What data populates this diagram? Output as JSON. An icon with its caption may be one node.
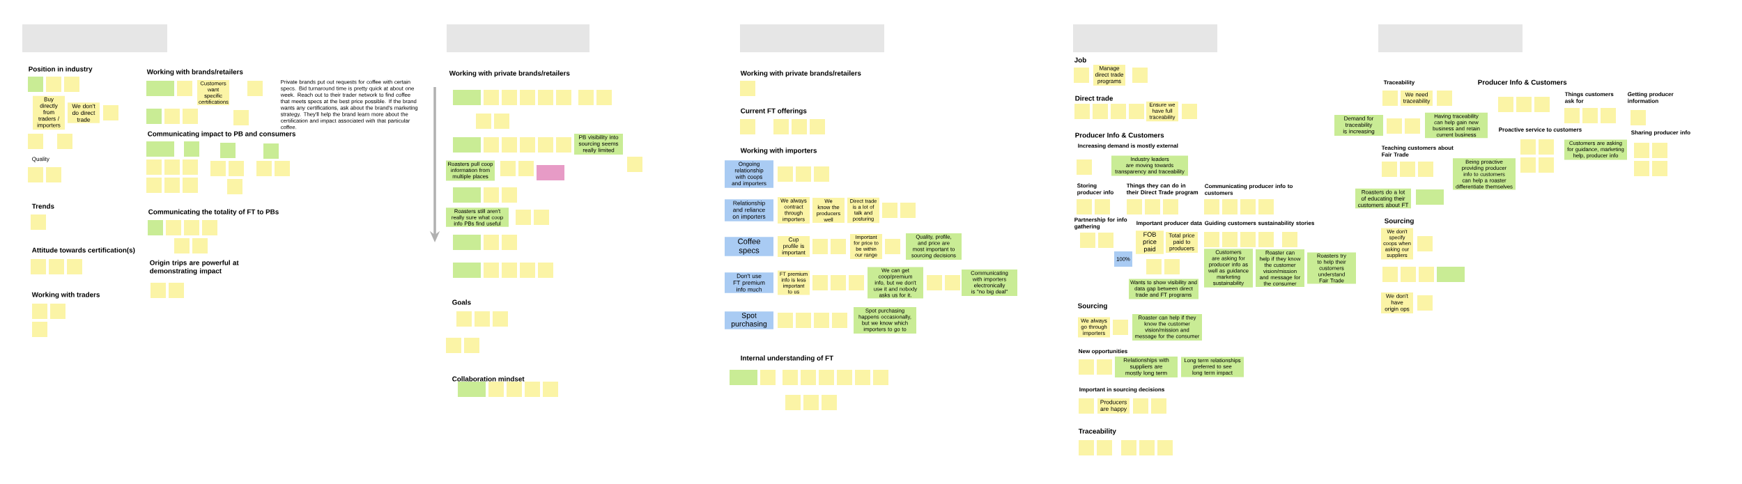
{
  "diagram": {
    "nodes": [
      {
        "text": [
          "Buy directly from traders / importers"
        ]
      },
      {
        "text": [
          "We don't do direct trade"
        ]
      },
      {
        "text": [
          "Customers want specific certifications"
        ]
      },
      {
        "text": [
          "PB visibility into sourcing seems really limited"
        ]
      },
      {
        "text": [
          "Roasters pull coop information from multiple places"
        ]
      },
      {
        "text": [
          "Roasters still aren't really sure what coop info PBs find useful"
        ]
      },
      {
        "text": [
          "Ongoing relationship with coops and importers"
        ]
      },
      {
        "text": [
          "Relationship and reliance on importers"
        ]
      },
      {
        "text": [
          "Coffee specs"
        ]
      },
      {
        "text": [
          "Don't use FT premium info much"
        ]
      },
      {
        "text": [
          "Spot purchasing"
        ]
      },
      {
        "text": [
          "We always contract through importers"
        ]
      },
      {
        "text": [
          "We know the producers well"
        ]
      },
      {
        "text": [
          "Direct trade is a lot of talk and posturing"
        ]
      },
      {
        "text": [
          "Cup profile is important"
        ]
      },
      {
        "text": [
          "Quality, profile, and price are most important to sourcing decisions"
        ]
      },
      {
        "text": [
          "Important for price to be within our range"
        ]
      },
      {
        "text": [
          "FT premium info is less important to us"
        ]
      },
      {
        "text": [
          "We can get coop/premium info, but we don't use it and nobody asks us for it."
        ]
      },
      {
        "text": [
          "Communicating with importers electronically is \"no big deal\""
        ]
      },
      {
        "text": [
          "Spot purchasing happens occasionally, but we know which importers to go to"
        ]
      },
      {
        "text": [
          "Manage direct trade programs"
        ]
      },
      {
        "text": [
          "Ensure we have full traceability"
        ]
      },
      {
        "text": [
          "Industry leaders are moving towards transparency and traceability"
        ]
      },
      {
        "text": [
          "FOB price paid"
        ]
      },
      {
        "text": [
          "Total price paid to producers"
        ]
      },
      {
        "text": [
          "100%"
        ]
      },
      {
        "text": [
          "Wants to show visibility and data gap between direct trade and FT programs"
        ]
      },
      {
        "text": [
          "Customers are asking for producer info as well as guidance marketing sustainability"
        ]
      },
      {
        "text": [
          "Roaster can help if they know the customer vision/mission and message for the consumer"
        ]
      },
      {
        "text": [
          "Roasters try to help their customers understand Fair Trade"
        ]
      },
      {
        "text": [
          "We always go through importers"
        ]
      },
      {
        "text": [
          "Roaster can help if they know the customer vision/mission and message for the consumer"
        ]
      },
      {
        "text": [
          "Relationships with suppliers are mostly long term"
        ]
      },
      {
        "text": [
          "Long term relationships preferred to see long term impact"
        ]
      },
      {
        "text": [
          "Producers are happy"
        ]
      },
      {
        "text": [
          "We need traceability"
        ]
      },
      {
        "text": [
          "Demand for traceability is increasing"
        ]
      },
      {
        "text": [
          "Having traceability can help gain new business and retain current business"
        ]
      },
      {
        "text": [
          "Roasters do a lot of educating their customers about FT"
        ]
      },
      {
        "text": [
          "Being proactive providing producer info to customers can help a roaster differentiate themselves"
        ]
      },
      {
        "text": [
          "Customers are asking for guidance, marketing help, producer info"
        ]
      },
      {
        "text": [
          "We don't specify coops when asking our suppliers"
        ]
      },
      {
        "text": [
          "We don't have origin ops"
        ]
      }
    ],
    "labels": [
      "Position in industry",
      "Quality",
      "Trends",
      "Attitude towards certification(s)",
      "Working with traders",
      "Working with brands/retailers",
      "Private brands put out requests for coffee with certain specs. Bid turnaround time is pretty quick at about one week. Reach out to their trader network to find coffee that meets specs at the best price possible. If the brand wants any certifications, ask about the brand's marketing strategy. They'll help the brand learn more about the certification and impact associated with that particular coffee.",
      "Communicating impact to PB and consumers",
      "Communicating the totality of FT to PBs",
      "Origin trips are powerful at demonstrating impact",
      "Working with private brands/retailers",
      "Goals",
      "Collaboration mindset",
      "Working with private brands/retailers",
      "Current FT offerings",
      "Working with importers",
      "Internal understanding of FT",
      "Job",
      "Direct trade",
      "Producer Info & Customers",
      "Increasing demand is mostly external",
      "Storing producer info",
      "Things they can do in their Direct Trade program",
      "Communicating producer info to customers",
      "Partnership for info gathering",
      "Important producer data",
      "Guiding customers sustainability stories",
      "Sourcing",
      "New opportunities",
      "Important in sourcing decisions",
      "Traceability",
      "Traceability",
      "Producer Info & Customers",
      "Things customers ask for",
      "Getting producer information",
      "Proactive service to customers",
      "Sharing producer info",
      "Teaching customers about Fair Trade",
      "Sourcing"
    ]
  }
}
